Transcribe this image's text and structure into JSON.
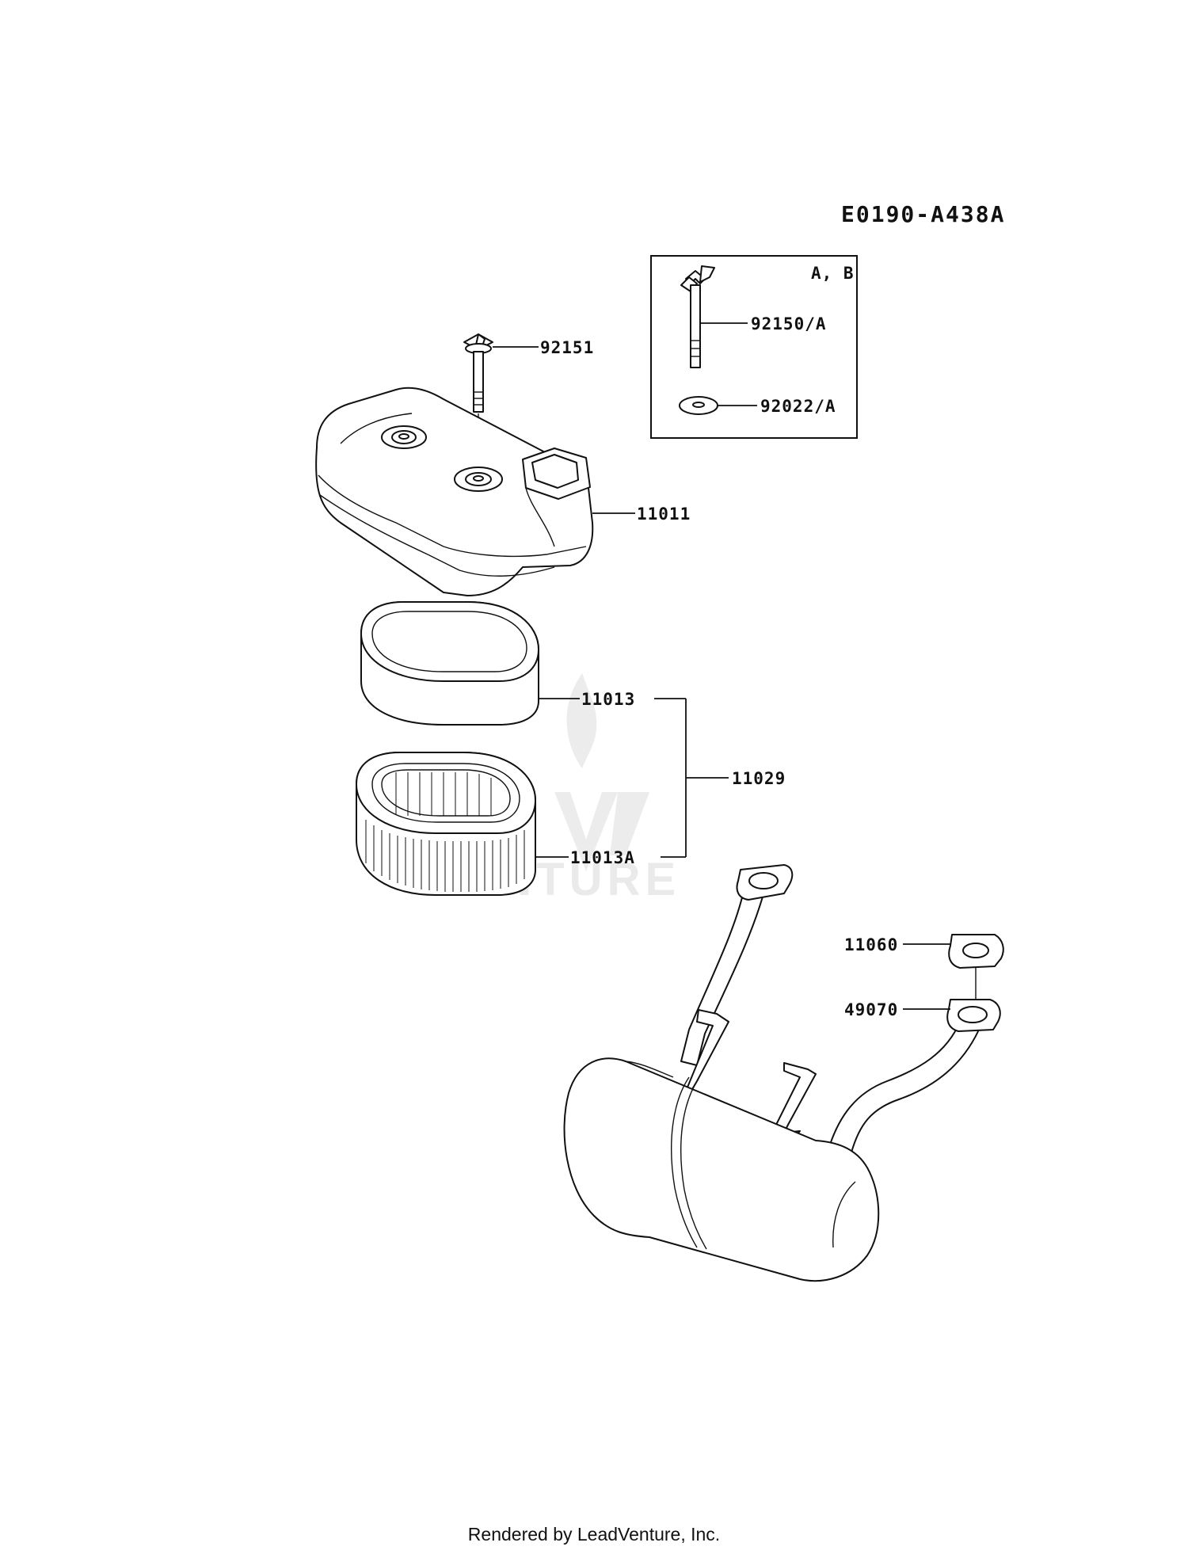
{
  "diagram": {
    "reference_code": "E0190-A438A",
    "inset_label": "A, B",
    "callouts": [
      {
        "id": "bolt",
        "label": "92151"
      },
      {
        "id": "inset_bolt",
        "label": "92150/A"
      },
      {
        "id": "inset_washer",
        "label": "92022/A"
      },
      {
        "id": "cover",
        "label": "11011"
      },
      {
        "id": "foam_element",
        "label": "11013"
      },
      {
        "id": "element_set",
        "label": "11029"
      },
      {
        "id": "paper_element",
        "label": "11013A"
      },
      {
        "id": "gasket",
        "label": "11060"
      },
      {
        "id": "muffler",
        "label": "49070"
      }
    ],
    "watermark": "VENTURE"
  },
  "footer": "Rendered by LeadVenture, Inc."
}
